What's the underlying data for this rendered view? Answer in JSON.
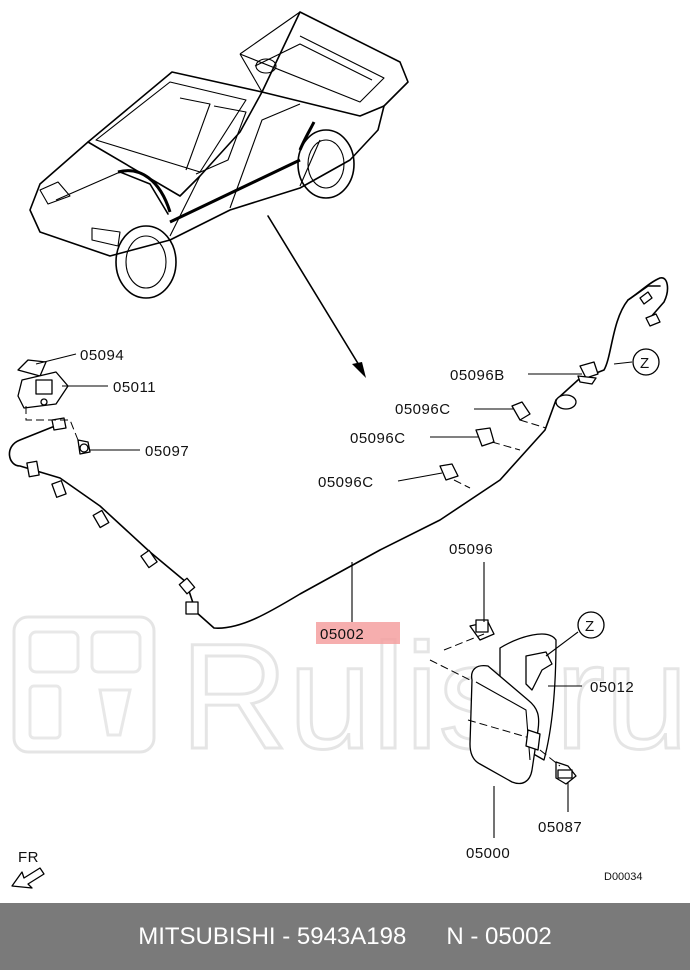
{
  "diagram": {
    "highlight_color": "#f4a0a0",
    "labels": {
      "p05094": "05094",
      "p05011": "05011",
      "p05097": "05097",
      "p05096b": "05096B",
      "p05096c_1": "05096C",
      "p05096c_2": "05096C",
      "p05096c_3": "05096C",
      "p05096": "05096",
      "p05002": "05002",
      "p05012": "05012",
      "p05087": "05087",
      "p05000": "05000",
      "z_1": "Z",
      "z_2": "Z",
      "fr": "FR",
      "ref_code": "D00034"
    },
    "watermark": "Rulis.ru"
  },
  "footer": {
    "brand": "MITSUBISHI",
    "part_number": "5943A198",
    "sep": " - ",
    "ref_prefix": "N",
    "ref": "05002"
  }
}
